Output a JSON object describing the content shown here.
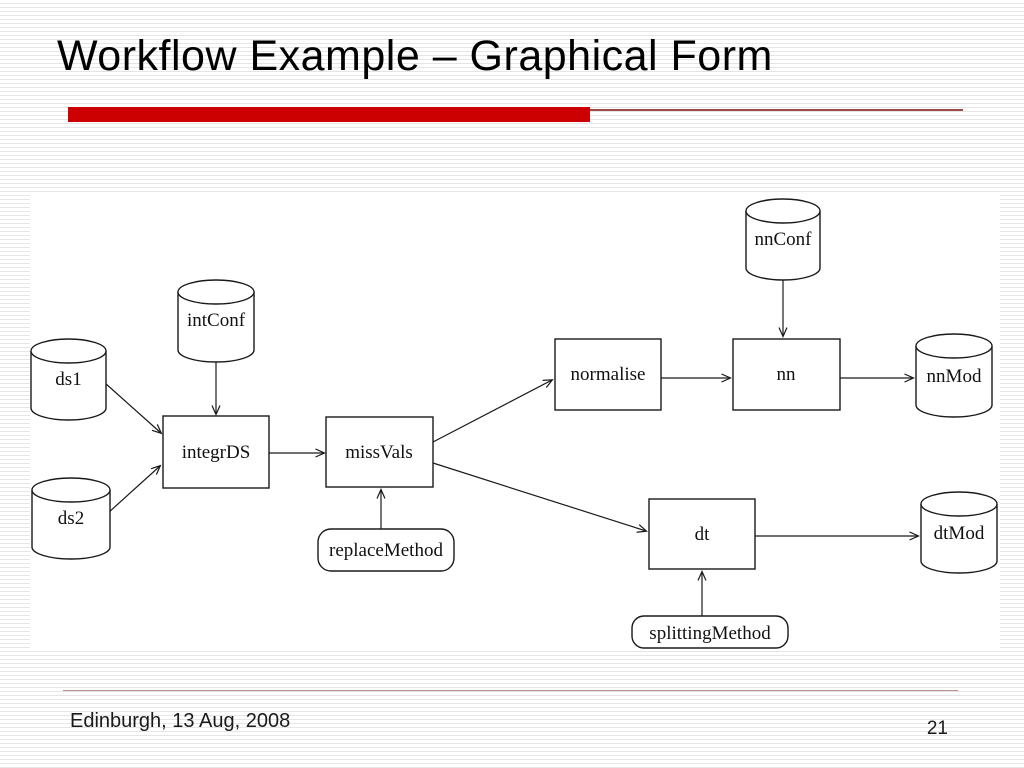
{
  "slide": {
    "title": "Workflow Example – Graphical Form",
    "footer_left": "Edinburgh, 13 Aug, 2008",
    "page_number": "21"
  },
  "colors": {
    "accent_bar": "#cc0000",
    "accent_thin_line": "#9e4a4a",
    "footer_line": "#bd9090",
    "background_stripe": "#e5e5e5",
    "diagram_background": "#ffffff",
    "shape_stroke": "#1a1a1a"
  },
  "diagram": {
    "nodes": {
      "ds1": {
        "label": "ds1",
        "type": "datastore-cylinder"
      },
      "ds2": {
        "label": "ds2",
        "type": "datastore-cylinder"
      },
      "intConf": {
        "label": "intConf",
        "type": "datastore-cylinder"
      },
      "integrDS": {
        "label": "integrDS",
        "type": "process-box"
      },
      "missVals": {
        "label": "missVals",
        "type": "process-box"
      },
      "replaceMethod": {
        "label": "replaceMethod",
        "type": "parameter-rounded-box"
      },
      "normalise": {
        "label": "normalise",
        "type": "process-box"
      },
      "nnConf": {
        "label": "nnConf",
        "type": "datastore-cylinder"
      },
      "nn": {
        "label": "nn",
        "type": "process-box"
      },
      "nnMod": {
        "label": "nnMod",
        "type": "datastore-cylinder"
      },
      "dt": {
        "label": "dt",
        "type": "process-box"
      },
      "splittingMethod": {
        "label": "splittingMethod",
        "type": "parameter-rounded-box"
      },
      "dtMod": {
        "label": "dtMod",
        "type": "datastore-cylinder"
      }
    },
    "edges": [
      {
        "from": "ds1",
        "to": "integrDS"
      },
      {
        "from": "ds2",
        "to": "integrDS"
      },
      {
        "from": "intConf",
        "to": "integrDS"
      },
      {
        "from": "integrDS",
        "to": "missVals"
      },
      {
        "from": "replaceMethod",
        "to": "missVals"
      },
      {
        "from": "missVals",
        "to": "normalise"
      },
      {
        "from": "missVals",
        "to": "dt"
      },
      {
        "from": "normalise",
        "to": "nn"
      },
      {
        "from": "nnConf",
        "to": "nn"
      },
      {
        "from": "nn",
        "to": "nnMod"
      },
      {
        "from": "dt",
        "to": "dtMod"
      },
      {
        "from": "splittingMethod",
        "to": "dt"
      }
    ]
  }
}
